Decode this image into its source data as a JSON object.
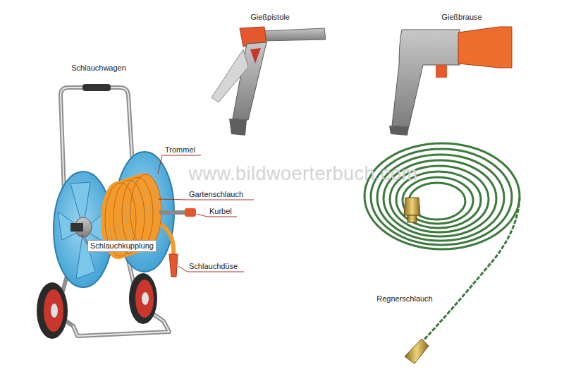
{
  "diagram": {
    "labels": [
      "Schlauchwagen",
      "Gießpistole",
      "Gießbrause",
      "Trommel",
      "Gartenschlauch",
      "Kurbel",
      "Schlauchkupplung",
      "Schlauchdüse",
      "Regnerschlauch",
      "www.bildwoerterbuch.com"
    ]
  }
}
